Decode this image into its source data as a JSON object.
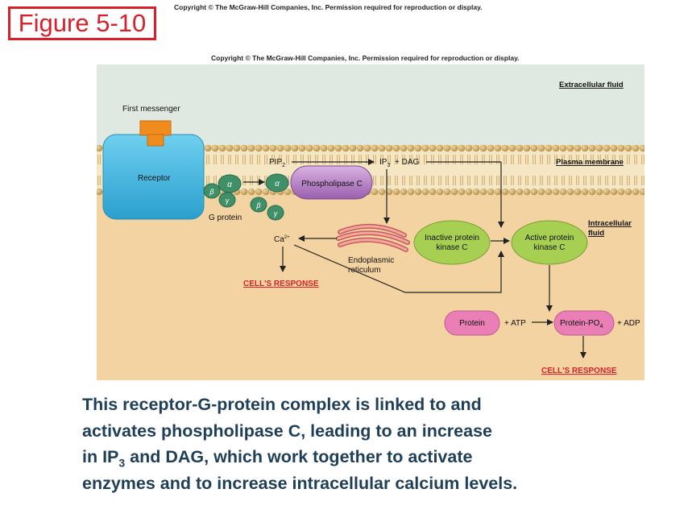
{
  "figure_label": "Figure 5-10",
  "copyright": "Copyright © The McGraw-Hill Companies, Inc. Permission required for reproduction or display.",
  "diagram": {
    "extracellular_fluid": "Extracellular fluid",
    "first_messenger": "First messenger",
    "receptor": "Receptor",
    "plasma_membrane": "Plasma membrane",
    "intracellular_fluid_1": "Intracellular",
    "intracellular_fluid_2": "fluid",
    "g_protein": "G protein",
    "alpha": "α",
    "beta": "β",
    "gamma": "γ",
    "pip": "PIP",
    "pip_sub": "2",
    "phospholipase_c": "Phospholipase C",
    "ip": "IP",
    "ip_sub": "3",
    "plus_dag": "+  DAG",
    "ca": "Ca",
    "ca_sup": "2+",
    "er_1": "Endoplasmic",
    "er_2": "reticulum",
    "inactive_pkc_1": "Inactive protein",
    "inactive_pkc_2": "kinase C",
    "active_pkc_1": "Active protein",
    "active_pkc_2": "kinase C",
    "protein": "Protein",
    "plus_atp": "+ ATP",
    "protein_po": "Protein-PO",
    "protein_po_sub": "4",
    "plus_adp": "+ ADP",
    "cells_response": "CELL'S RESPONSE"
  },
  "caption": {
    "line1": "This receptor-G-protein complex is linked to and",
    "line2": "activates phospholipase C, leading to an increase",
    "line3_a": "in IP",
    "line3_sub": "3",
    "line3_b": " and DAG, which work together to activate",
    "line4": "enzymes and to increase intracellular calcium levels."
  },
  "colors": {
    "figure_label": "#d8202a",
    "extracellular": "#dfe9e1",
    "intracellular": "#f3d3a2",
    "receptor": "#3bb5e0",
    "first_messenger": "#f08c1e",
    "g_protein": "#3f8f68",
    "phospholipase": "#b77fc4",
    "kinase": "#a7cf52",
    "protein": "#ea7fb6",
    "response": "#d8202a",
    "caption": "#1e3f57"
  }
}
